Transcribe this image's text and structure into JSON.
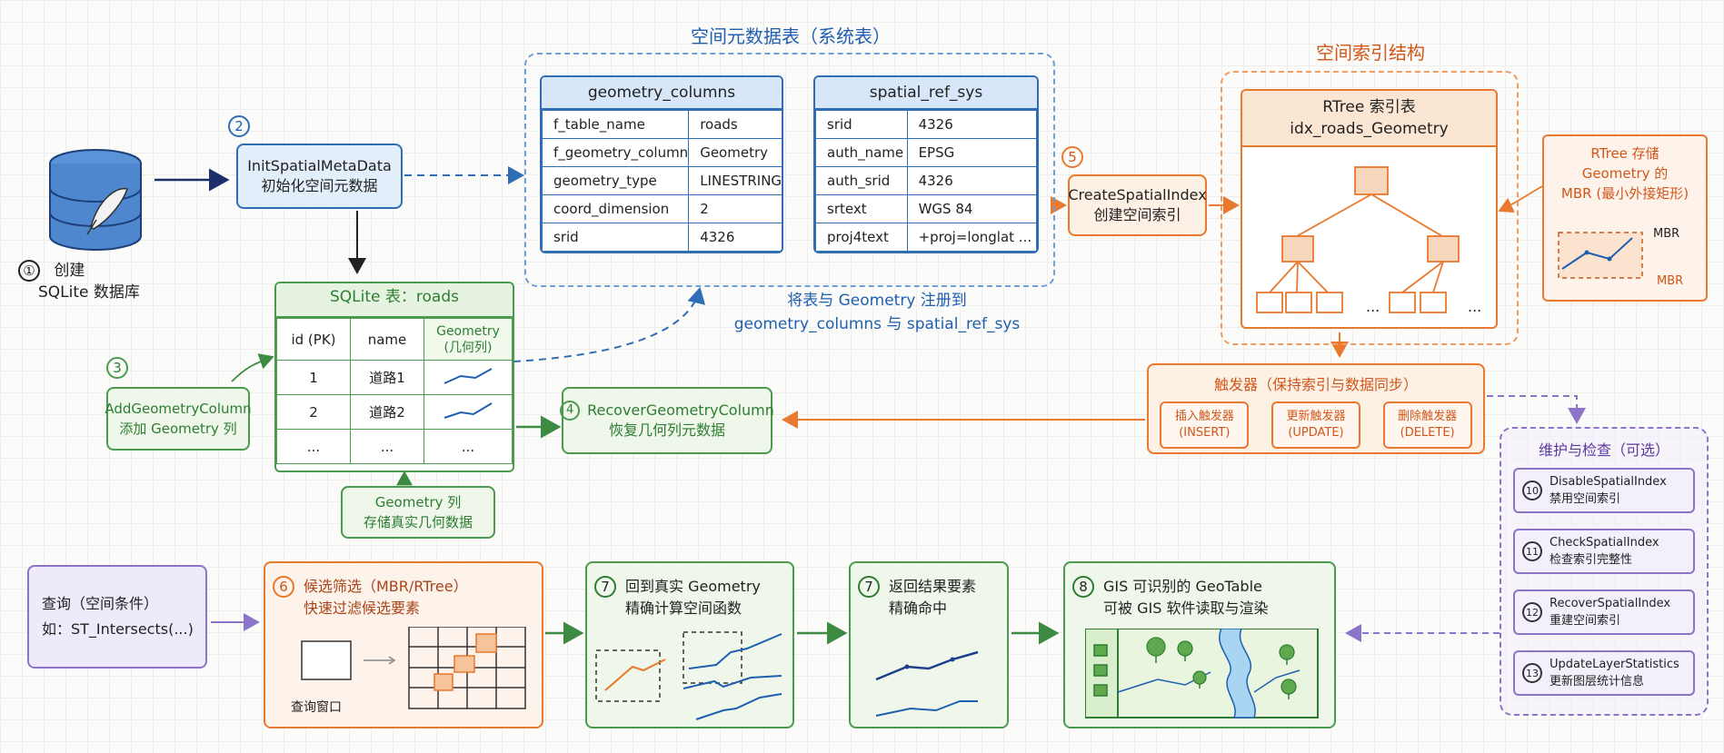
{
  "step1": {
    "num": "①",
    "label": "创建",
    "sub": "SQLite 数据库"
  },
  "step2": {
    "num": "2",
    "line1": "InitSpatialMetaData",
    "line2": "初始化空间元数据"
  },
  "meta_group": {
    "title": "空间元数据表（系统表）",
    "note1": "将表与 Geometry 注册到",
    "note2": "geometry_columns 与 spatial_ref_sys"
  },
  "geometry_columns": {
    "title": "geometry_columns",
    "rows": [
      [
        "f_table_name",
        "roads"
      ],
      [
        "f_geometry_column",
        "Geometry"
      ],
      [
        "geometry_type",
        "LINESTRING"
      ],
      [
        "coord_dimension",
        "2"
      ],
      [
        "srid",
        "4326"
      ]
    ]
  },
  "spatial_ref_sys": {
    "title": "spatial_ref_sys",
    "rows": [
      [
        "srid",
        "4326"
      ],
      [
        "auth_name",
        "EPSG"
      ],
      [
        "auth_srid",
        "4326"
      ],
      [
        "srtext",
        "WGS 84"
      ],
      [
        "proj4text",
        "+proj=longlat ..."
      ]
    ]
  },
  "step5": {
    "num": "5",
    "line1": "CreateSpatialIndex",
    "line2": "创建空间索引"
  },
  "index_group": {
    "title": "空间索引结构",
    "rtree_title1": "RTree 索引表",
    "rtree_title2": "idx_roads_Geometry",
    "ellipsis": "..."
  },
  "mbr_note": {
    "line1": "RTree 存储",
    "line2": "Geometry 的",
    "line3": "MBR (最小外接矩形)",
    "label1": "MBR",
    "label2": "MBR"
  },
  "roads_table": {
    "title": "SQLite 表：roads",
    "headers": [
      "id (PK)",
      "name",
      "Geometry"
    ],
    "header_sub": "(几何列)",
    "rows": [
      [
        "1",
        "道路1"
      ],
      [
        "2",
        "道路2"
      ],
      [
        "...",
        "..."
      ]
    ],
    "ellipsis": "..."
  },
  "step3": {
    "num": "3",
    "line1": "AddGeometryColumn",
    "line2": "添加 Geometry 列"
  },
  "geom_note": {
    "line1": "Geometry 列",
    "line2": "存储真实几何数据"
  },
  "step4": {
    "num": "4",
    "line1": "RecoverGeometryColumn",
    "line2": "恢复几何列元数据"
  },
  "triggers": {
    "title": "触发器（保持索引与数据同步）",
    "items": [
      {
        "label": "插入触发器",
        "sub": "(INSERT)"
      },
      {
        "label": "更新触发器",
        "sub": "(UPDATE)"
      },
      {
        "label": "删除触发器",
        "sub": "(DELETE)"
      }
    ]
  },
  "maintenance": {
    "title": "维护与检查（可选）",
    "items": [
      {
        "num": "10",
        "line1": "DisableSpatialIndex",
        "line2": "禁用空间索引"
      },
      {
        "num": "11",
        "line1": "CheckSpatialIndex",
        "line2": "检查索引完整性"
      },
      {
        "num": "12",
        "line1": "RecoverSpatialIndex",
        "line2": "重建空间索引"
      },
      {
        "num": "13",
        "line1": "UpdateLayerStatistics",
        "line2": "更新图层统计信息"
      }
    ]
  },
  "query": {
    "line1": "查询（空间条件）",
    "line2": "如：ST_Intersects(...)"
  },
  "step6": {
    "num": "6",
    "line1": "候选筛选（MBR/RTree）",
    "line2": "快速过滤候选要素",
    "window_label": "查询窗口"
  },
  "step7a": {
    "num": "7",
    "line1": "回到真实 Geometry",
    "line2": "精确计算空间函数"
  },
  "step7b": {
    "num": "7",
    "line1": "返回结果要素",
    "line2": "精确命中"
  },
  "step8": {
    "num": "8",
    "line1": "GIS 可识别的 GeoTable",
    "line2": "可被 GIS 软件读取与渲染"
  },
  "colors": {
    "blue": "#2f6db5",
    "green": "#4a9b4e",
    "orange": "#e8792f",
    "purple": "#8c74c8"
  }
}
